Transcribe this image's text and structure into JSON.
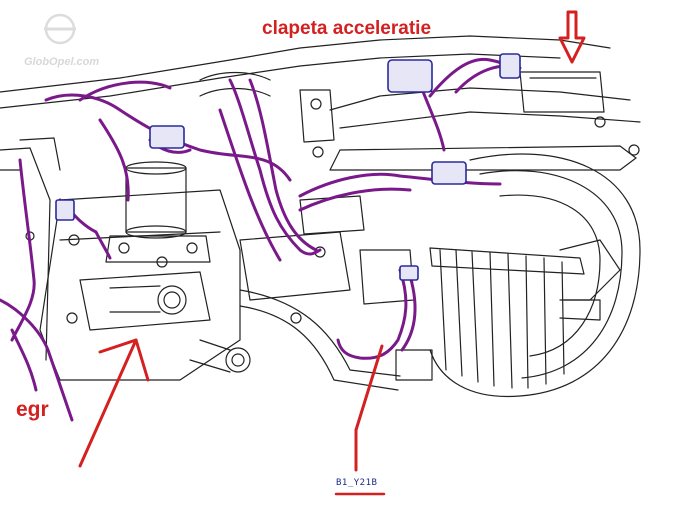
{
  "labels": {
    "throttle": "clapeta acceleratie",
    "egr": "egr",
    "code": "B1_Y21B"
  },
  "watermark": {
    "text": "GlobOpel.com"
  },
  "colors": {
    "annotation_red": "#d42020",
    "wiring_purple": "#7a1a8a",
    "connector_blue": "#2a2a9a",
    "line_art": "#222222",
    "code_text": "#1a2a8a"
  }
}
